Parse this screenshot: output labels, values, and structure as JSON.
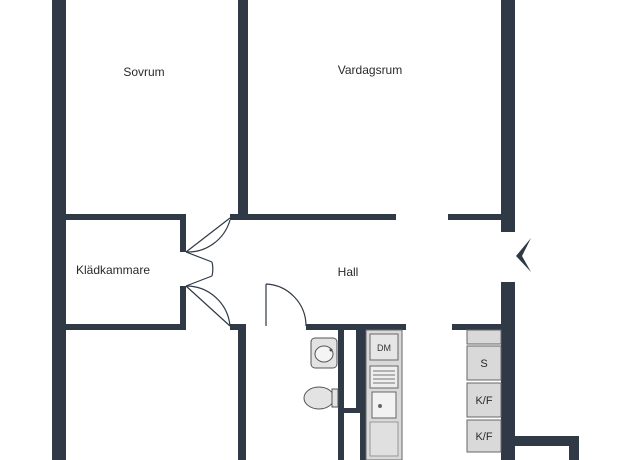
{
  "floor_plan": {
    "rooms": [
      {
        "id": "sovrum",
        "label": "Sovrum"
      },
      {
        "id": "vardagsrum",
        "label": "Vardagsrum"
      },
      {
        "id": "kladkammare",
        "label": "Klädkammare"
      },
      {
        "id": "hall",
        "label": "Hall"
      }
    ],
    "appliances": {
      "dishwasher": "DM",
      "wardrobe_s": "S",
      "wardrobe_kf_1": "K/F",
      "wardrobe_kf_2": "K/F"
    },
    "colors": {
      "wall": "#2f3a46",
      "counter": "#d9d9d9",
      "fixture": "#e3e3e3"
    }
  }
}
